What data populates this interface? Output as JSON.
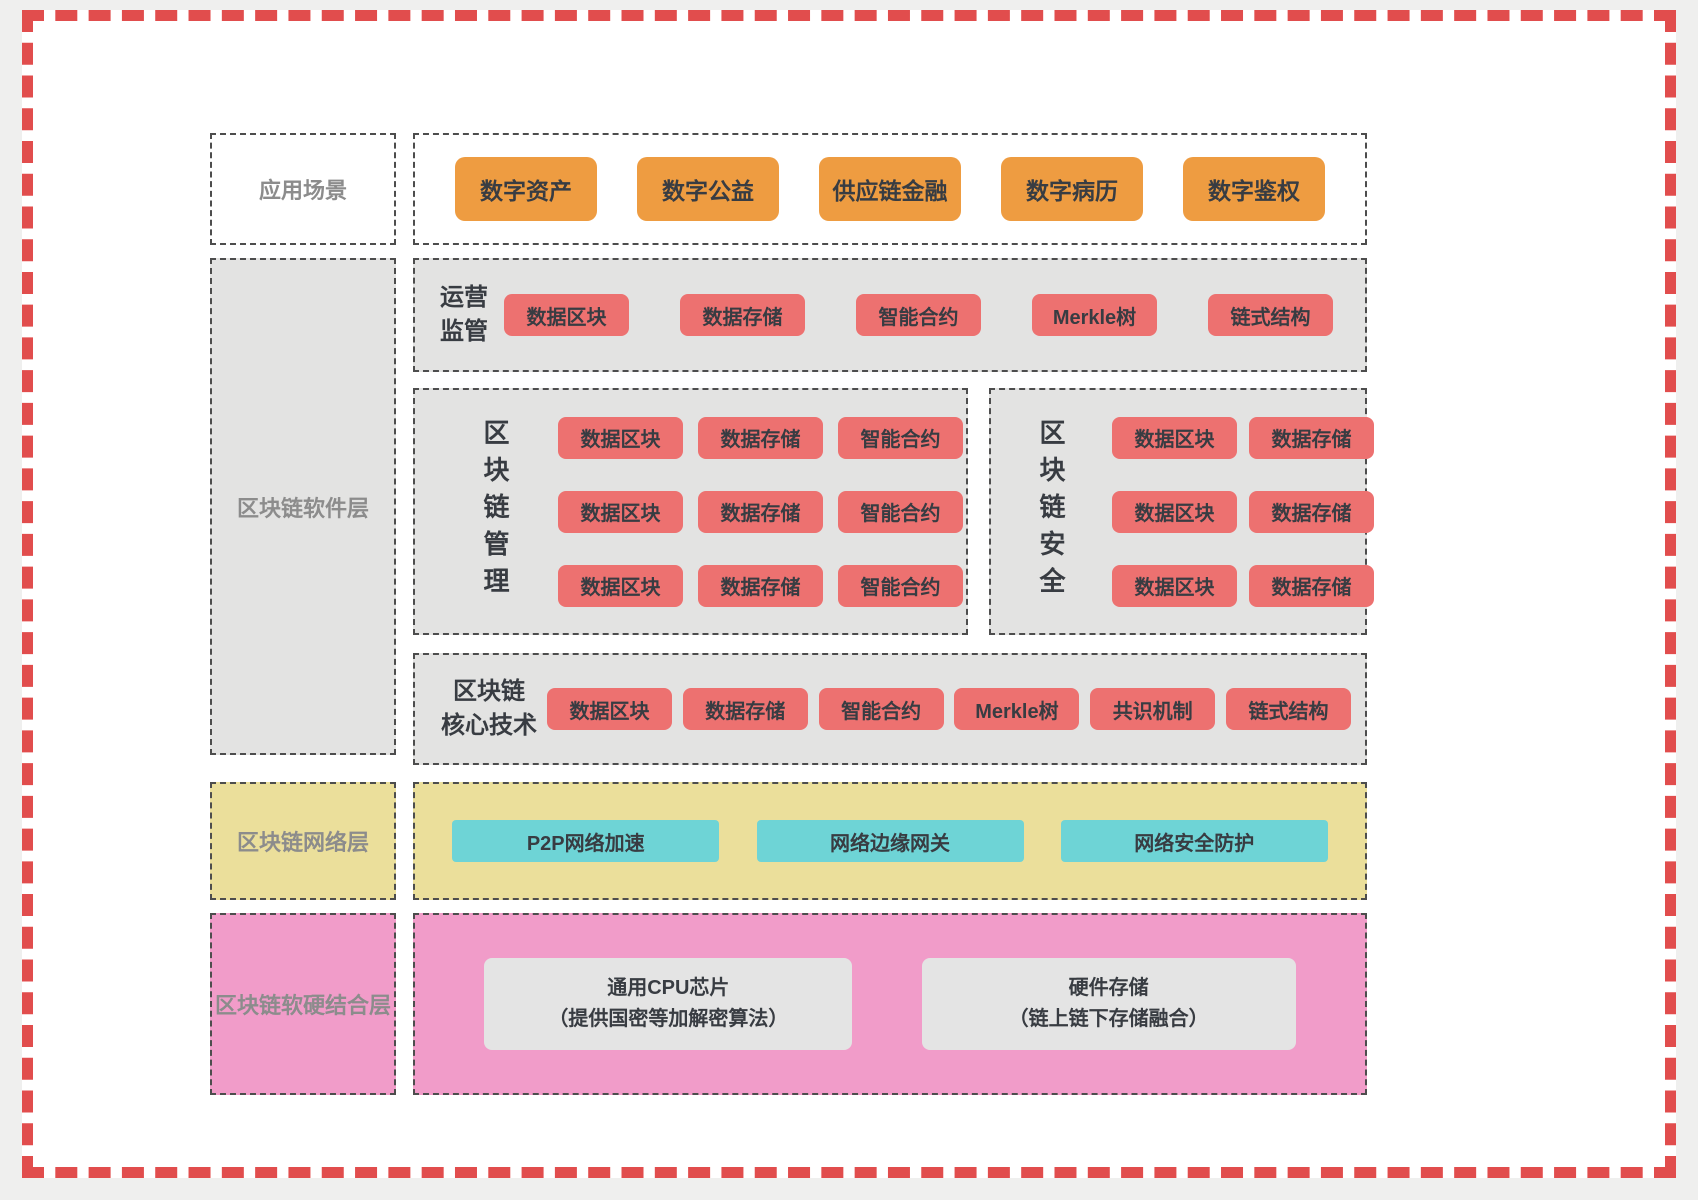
{
  "colors": {
    "frame-red": "#e14d4d",
    "canvas-bg": "#efefee",
    "inner-bg": "#ffffff",
    "section-gray": "#e3e3e2",
    "chip-red": "#ed7170",
    "chip-orange": "#ee9c41",
    "chip-cyan": "#6ed4d6",
    "layer-yellow": "#ebdf9b",
    "layer-pink": "#f19cc9",
    "hw-box-gray": "#e4e4e4",
    "border-dark": "#4d4d4d",
    "text-dark": "#383c42",
    "text-gray-label": "#8c8c8c"
  },
  "app_row": {
    "label": "应用场景",
    "items": [
      "数字资产",
      "数字公益",
      "供应链金融",
      "数字病历",
      "数字鉴权"
    ]
  },
  "software_layer": {
    "label": "区块链软件层",
    "ops": {
      "label_lines": [
        "运营",
        "监管"
      ],
      "items": [
        "数据区块",
        "数据存储",
        "智能合约",
        "Merkle树",
        "链式结构"
      ]
    },
    "management": {
      "label": "区块链管理",
      "rows": [
        [
          "数据区块",
          "数据存储",
          "智能合约"
        ],
        [
          "数据区块",
          "数据存储",
          "智能合约"
        ],
        [
          "数据区块",
          "数据存储",
          "智能合约"
        ]
      ]
    },
    "security": {
      "label": "区块链安全",
      "rows": [
        [
          "数据区块",
          "数据存储"
        ],
        [
          "数据区块",
          "数据存储"
        ],
        [
          "数据区块",
          "数据存储"
        ]
      ]
    },
    "core": {
      "label_lines": [
        "区块链",
        "核心技术"
      ],
      "items": [
        "数据区块",
        "数据存储",
        "智能合约",
        "Merkle树",
        "共识机制",
        "链式结构"
      ]
    }
  },
  "network_layer": {
    "label": "区块链网络层",
    "items": [
      "P2P网络加速",
      "网络边缘网关",
      "网络安全防护"
    ]
  },
  "hardware_layer": {
    "label": "区块链软硬结合层",
    "items": [
      {
        "title": "通用CPU芯片",
        "subtitle": "（提供国密等加解密算法）"
      },
      {
        "title": "硬件存储",
        "subtitle": "（链上链下存储融合）"
      }
    ]
  }
}
